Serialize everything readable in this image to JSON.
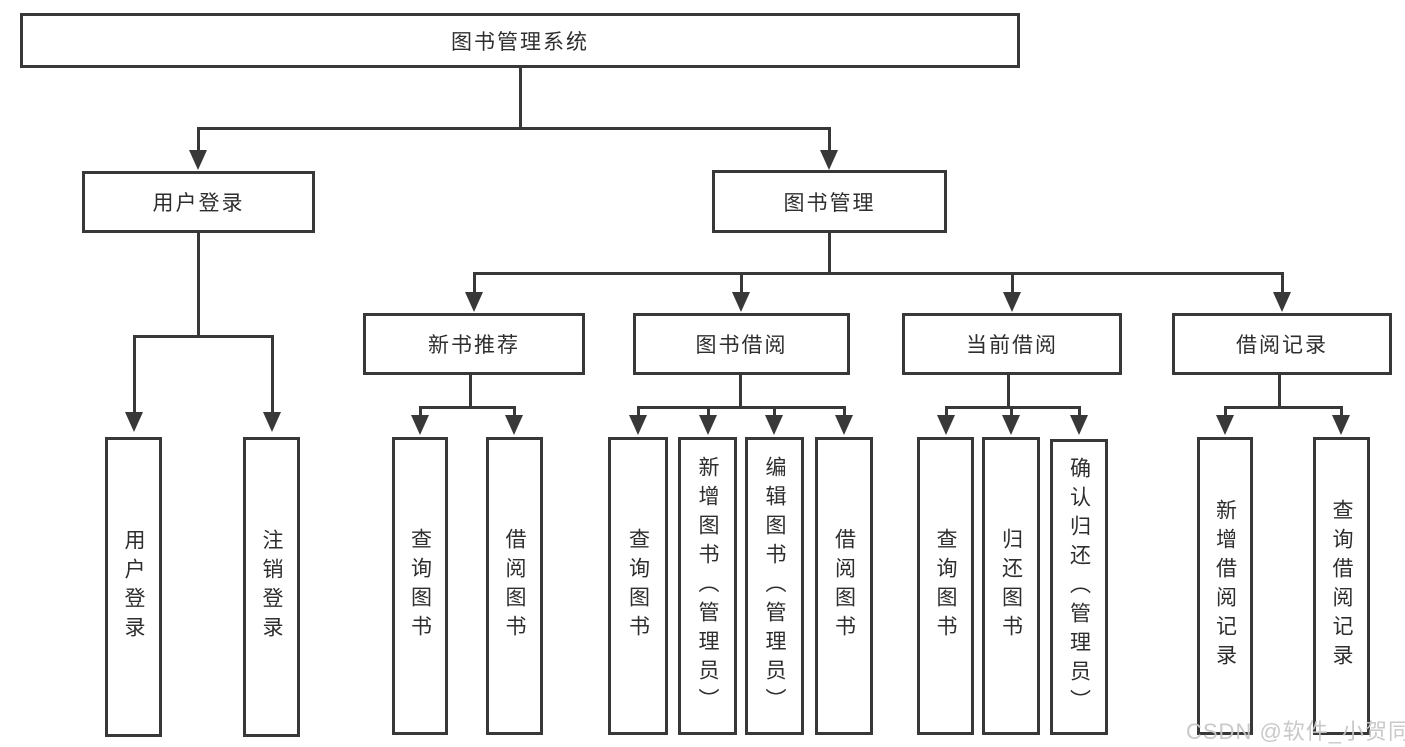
{
  "tree": {
    "root": "图书管理系统",
    "branches": [
      {
        "label": "用户登录",
        "children": [
          "用户登录",
          "注销登录"
        ]
      },
      {
        "label": "图书管理",
        "groups": [
          {
            "label": "新书推荐",
            "children": [
              "查询图书",
              "借阅图书"
            ]
          },
          {
            "label": "图书借阅",
            "children": [
              "查询图书",
              "新增图书（管理员）",
              "编辑图书（管理员）",
              "借阅图书"
            ]
          },
          {
            "label": "当前借阅",
            "children": [
              "查询图书",
              "归还图书",
              "确认归还（管理员）"
            ]
          },
          {
            "label": "借阅记录",
            "children": [
              "新增借阅记录",
              "查询借阅记录"
            ]
          }
        ]
      }
    ]
  },
  "watermark": "CSDN @软件_小贺同学",
  "colors": {
    "line": "#383838",
    "text": "#2e2e2e",
    "watermark": "#c6c6c6",
    "background": "#ffffff"
  }
}
